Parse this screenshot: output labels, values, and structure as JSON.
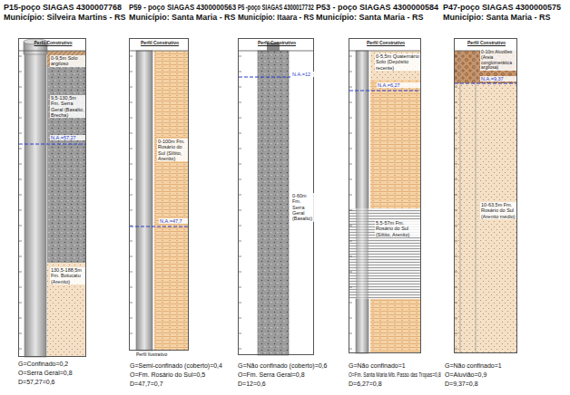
{
  "diagram": {
    "nodes": [
      {
        "text": [
          "Perfil Construtivo",
          "0-9,5m Solo argiloso",
          "9,5-130,5m Fm. Serra Geral (Basalto, Brecha)",
          "N.A.=57,27",
          "130,5-188,5m Fm. Botucatu (Arenito)"
        ]
      },
      {
        "text": [
          "Perfil Construtivo",
          "0-100m Fm. Rosário do Sul (Siltito, Arenito)",
          "N.A.=47,7"
        ]
      },
      {
        "text": [
          "Perfil Construtivo",
          "N.A.=12",
          "0-60m Fm. Serra Geral (Basalto)"
        ]
      },
      {
        "text": [
          "Perfil Construtivo",
          "0-5,5m Quaternário Solo (Depósito recente)",
          "N.A.=6,27",
          "5,5-57m Fm. Rosário do Sul (Siltito, Arenito)"
        ]
      },
      {
        "text": [
          "Perfil Construtivo",
          "0-10m Aluviões (Areia conglomerática argilosa)",
          "N.A.=9,37",
          "10-63,5m Fm. Rosário do Sul (Arenito médio)"
        ]
      }
    ],
    "labels": [
      "P15-poço SIAGAS 4300007768",
      "Município: Silveira Martins - RS",
      "P59 - poço SIAGAS 4300000563",
      "Município: Santa Maria - RS",
      "P5 -poço SIAGAS 4300017732",
      "Município: Itaara - RS",
      "P53 - poço SIAGAS 4300000584",
      "Município: Santa Maria - RS",
      "P47-poço SIAGAS 4300000575",
      "Município: Santa Maria - RS",
      "Perfil Ilustrativo",
      "G=Confinado=0,2",
      "O=Serra Geral=0,8",
      "D=57,27=0,6",
      "G=Semi-confinado (coberto)=0,4",
      "O=Fm. Rosário do Sul=0,5",
      "D=47,7=0,7",
      "G=Não confinado (coberto)=0,6",
      "O=Fm. Serra Geral=0,8",
      "D=12=0,6",
      "G=Não confinado=1",
      "O=Fm. Santa Maria Mb. Passo das Tropas=0,8",
      "D=6,27=0,8",
      "G=Não confinado=1",
      "O=Aluvião=0,9",
      "D=9,37=0,8"
    ]
  }
}
